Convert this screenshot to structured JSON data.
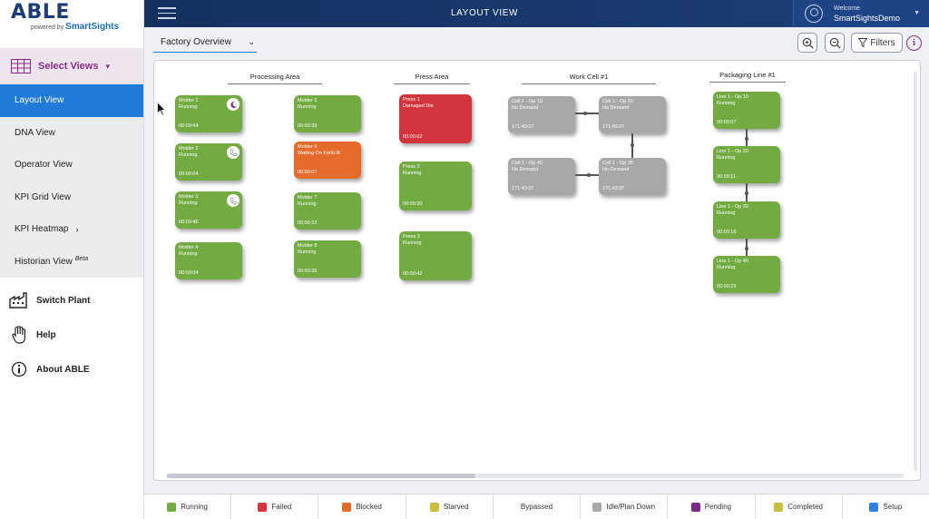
{
  "brand": {
    "logo": "ABLE",
    "powered_by": "powered by",
    "company": "SmartSights"
  },
  "sidebar": {
    "select_views": "Select Views",
    "views": [
      {
        "label": "Layout View",
        "active": true
      },
      {
        "label": "DNA View"
      },
      {
        "label": "Operator View"
      },
      {
        "label": "KPI Grid View"
      },
      {
        "label": "KPI Heatmap",
        "arrow": "›"
      },
      {
        "label": "Historian View",
        "badge": "Beta"
      }
    ],
    "utilities": [
      {
        "label": "Switch Plant",
        "icon": "factory-icon"
      },
      {
        "label": "Help",
        "icon": "hand-icon"
      },
      {
        "label": "About ABLE",
        "icon": "info-icon"
      }
    ]
  },
  "header": {
    "title": "LAYOUT VIEW",
    "welcome": "Welcome",
    "user": "SmartSightsDemo"
  },
  "toolbar": {
    "factory": "Factory Overview",
    "filters": "Filters",
    "info": "i"
  },
  "areas": [
    {
      "title": "Processing  Area"
    },
    {
      "title": "Press Area"
    },
    {
      "title": "Work Cell #1"
    },
    {
      "title": "Packaging Line #1"
    }
  ],
  "machines": {
    "m1": {
      "name": "Molder 1",
      "status": "Running",
      "time": "00:00:44"
    },
    "m2": {
      "name": "Molder 2",
      "status": "Running",
      "time": "00:00:04"
    },
    "m3": {
      "name": "Molder 3",
      "status": "Running",
      "time": "00:00:46"
    },
    "m4": {
      "name": "Molder 4",
      "status": "Running",
      "time": "00:00:04"
    },
    "m5": {
      "name": "Molder 5",
      "status": "Running",
      "time": "00:00:39"
    },
    "m6": {
      "name": "Molder 6",
      "status": "Waiting On ForkLift",
      "time": "00:00:07"
    },
    "m7": {
      "name": "Molder 7",
      "status": "Running",
      "time": "00:00:22"
    },
    "m8": {
      "name": "Molder 8",
      "status": "Running",
      "time": "00:00:35"
    },
    "p1": {
      "name": "Press 1",
      "status": "Damaged Die",
      "time": "00:00:02"
    },
    "p2": {
      "name": "Press 2",
      "status": "Running",
      "time": "00:00:20"
    },
    "p3": {
      "name": "Press 3",
      "status": "Running",
      "time": "00:00:42"
    },
    "c10": {
      "name": "Cell 1 - Op 10",
      "status": "No Demand",
      "time": "171:43:07"
    },
    "c20": {
      "name": "Cell 1 - Op 20",
      "status": "No Demand",
      "time": "171:43:07"
    },
    "c40": {
      "name": "Cell 1 - Op 40",
      "status": "No Demand",
      "time": "171:43:07"
    },
    "c30": {
      "name": "Cell 1 - Op 30",
      "status": "No Demand",
      "time": "171:43:07"
    },
    "l10": {
      "name": "Line 1 - Op 10",
      "status": "Running",
      "time": "00:00:07"
    },
    "l20": {
      "name": "Line 1 - Op 20",
      "status": "Running",
      "time": "00:00:11"
    },
    "l30": {
      "name": "Line 1 - Op 30",
      "status": "Running",
      "time": "00:00:18"
    },
    "l40": {
      "name": "Line 1 - Op 40",
      "status": "Running",
      "time": "00:00:23"
    }
  },
  "legend": [
    {
      "label": "Running",
      "color": "#72ab42"
    },
    {
      "label": "Failed",
      "color": "#d2343e"
    },
    {
      "label": "Blocked",
      "color": "#e56b2c"
    },
    {
      "label": "Starved",
      "color": "#c9bf3a"
    },
    {
      "label": "Bypassed",
      "color": ""
    },
    {
      "label": "Idle/Plan Down",
      "color": "#a7a8aa"
    },
    {
      "label": "Pending",
      "color": "#7b2a86"
    },
    {
      "label": "Completed",
      "color": "#c9c13a"
    },
    {
      "label": "Setup",
      "color": "#2f7fe0"
    }
  ]
}
